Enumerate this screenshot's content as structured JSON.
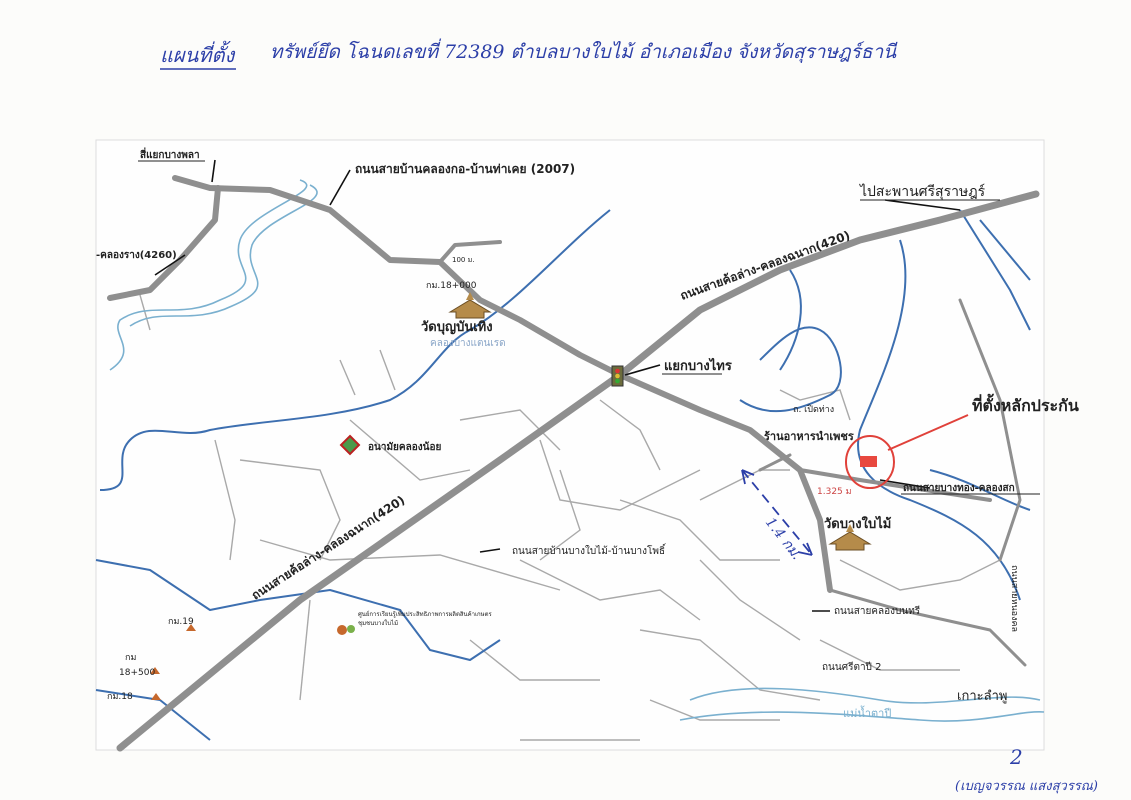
{
  "header": {
    "title_underlined": "แผนที่ตั้ง",
    "title_rest": "ทรัพย์ยึด โฉนดเลขที่ 72389 ตำบลบางใบไม้ อำเภอเมือง จังหวัดสุราษฎร์ธานี"
  },
  "labels": {
    "si_yaek_bang_phla": "สี่แยกบางพลา",
    "road_2007": "ถนนสายบ้านคลองกอ-บ้านท่าเคย (2007)",
    "to_bridge": "ไปสะพานศรีสุราษฎร์",
    "khlong_rang": "-คลองราง(4260)",
    "dist_100m": "100 ม.",
    "km_18_000": "กม.18+000",
    "road_420_ne": "ถนนสายค้อล่าง-คลองฉนาก(420)",
    "wat_bun": "วัดบุญบันเทิง",
    "khlong_faded": "คลองบางแตนเรด",
    "yaek_bang_sai": "แยกบางไทร",
    "pier_road": "ถ. เปิดท่าง",
    "restaurant": "ร้านอาหารนำเพชร",
    "collateral_site": "ที่ตั้งหลักประกัน",
    "health_center": "อนามัยคลองน้อย",
    "distance_m": "1.325 ม",
    "road_bang_thong": "ถนนสายบางทอง-คลองสก",
    "hand_distance": "1.4 กม.",
    "wat_bang_bai_mai": "วัดบางใบไม้",
    "road_bang_bai_mai": "ถนนสายบ้านบางใบไม้-บ้านบางโพธิ์",
    "road_420_sw": "ถนนสายค้อล่าง-คลองฉนาก(420)",
    "km_19": "กม.19",
    "community_center": "ศูนย์การเรียนรู้เพิ่มประสิทธิภาพการผลิตสินค้าเกษตร",
    "community_center_2": "ชุมชนบางใบไม้",
    "km_18_500": "18+500",
    "km_prefix": "กม",
    "km_18": "กม.18",
    "road_khlong_bon": "ถนนสายคลองบนทรี",
    "road_srita": "ถนนศรีตาปี 2",
    "ko_lamphu": "เกาะลำพู",
    "tapi_river": "แม่น้ำตาปี",
    "pink_road": "ถนนสายหนองคล"
  },
  "footer": {
    "page_no": "2",
    "signature_note": "(เบญจวรรณ แสงสุวรรณ)"
  },
  "colors": {
    "road": "#8f8f8f",
    "river": "#3d6fb0",
    "collateral_marker": "#e8483f",
    "circle": "#e0413a",
    "handwriting": "#2c3fa8"
  },
  "icons": [
    "temple-icon",
    "traffic-light-icon",
    "health-center-icon",
    "km-marker-icon",
    "arrow-pointer-icon"
  ]
}
